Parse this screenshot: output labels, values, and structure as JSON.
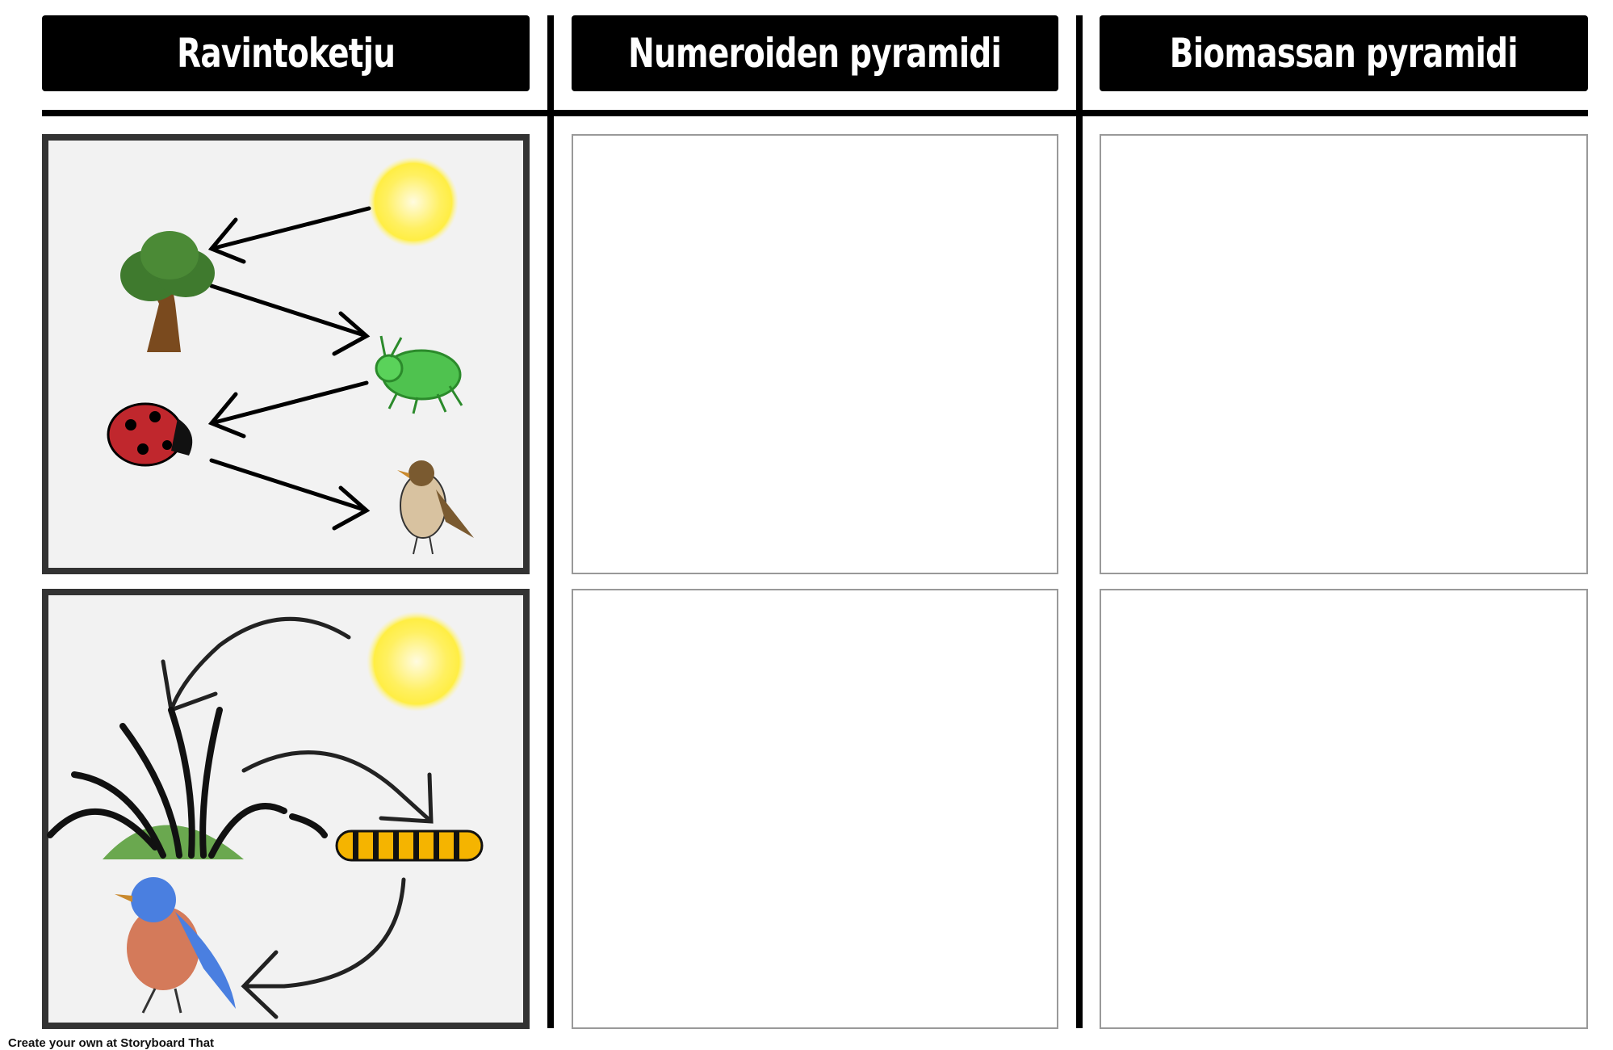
{
  "headers": [
    "Ravintoketju",
    "Numeroiden pyramidi",
    "Biomassan pyramidi"
  ],
  "panels": {
    "chain1": [
      "sun",
      "tree",
      "aphid",
      "ladybug",
      "bird"
    ],
    "chain2": [
      "sun",
      "grass",
      "caterpillar",
      "bluebird"
    ]
  },
  "colors": {
    "header_bg": "#000000",
    "header_text": "#ffffff",
    "panel_bg": "#f2f2f2",
    "frame": "#333333"
  },
  "footer": "Create your own at Storyboard That"
}
